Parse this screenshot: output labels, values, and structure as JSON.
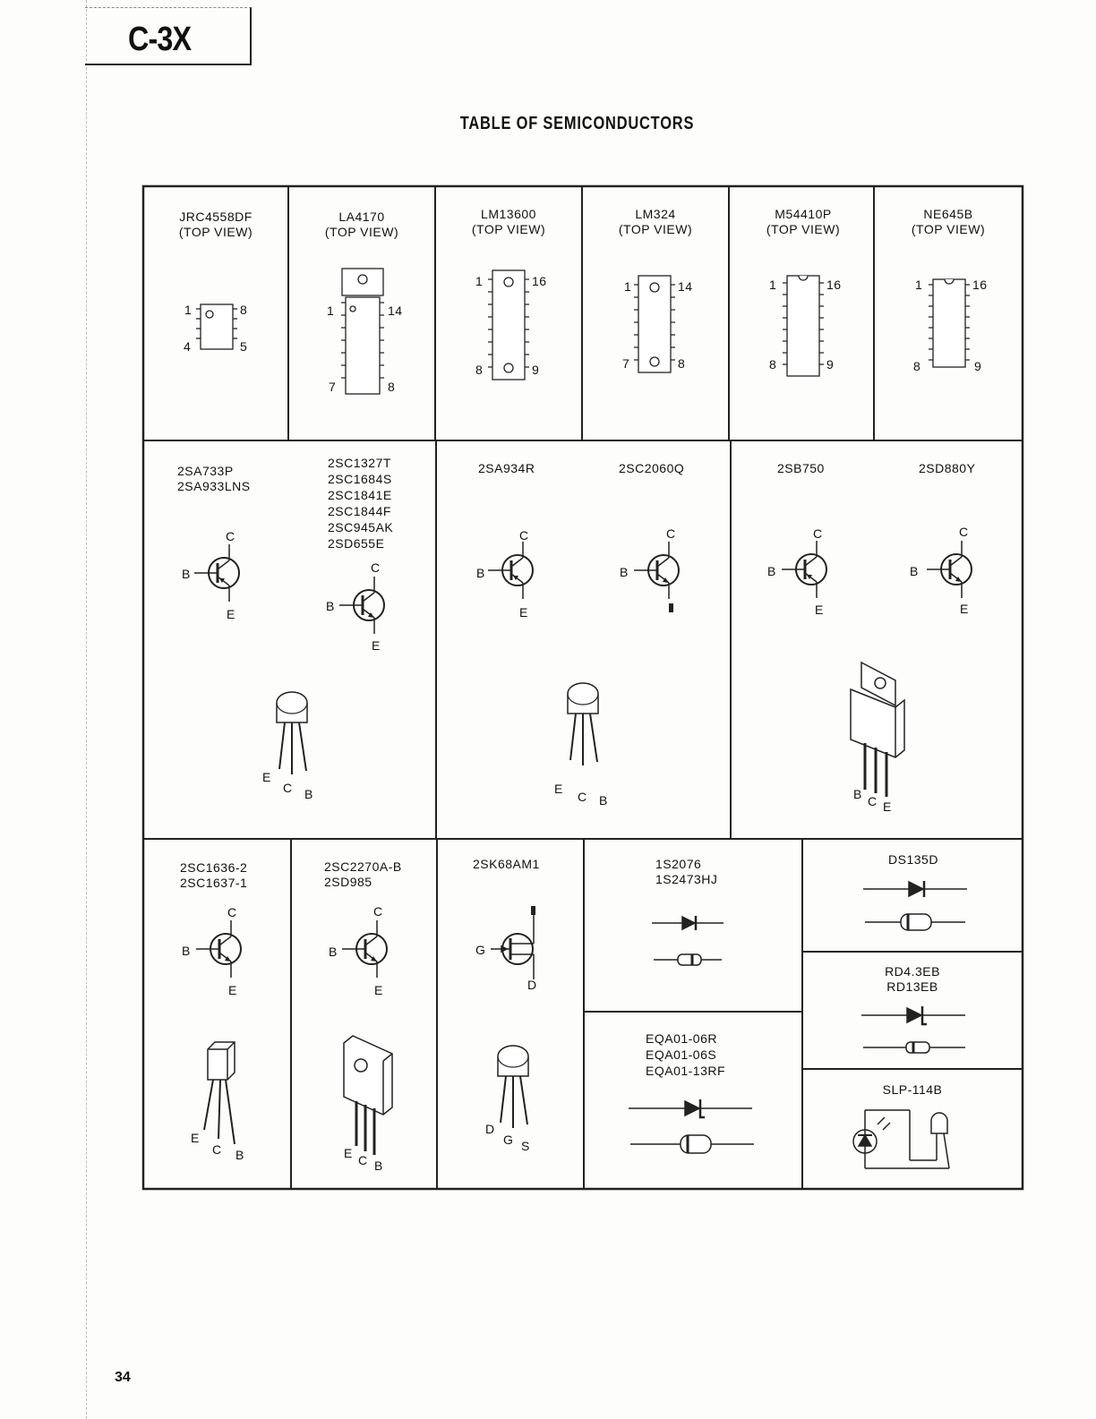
{
  "header": {
    "model": "C-3X"
  },
  "title": "TABLE OF SEMICONDUCTORS",
  "page_number": "34",
  "ics": [
    {
      "part": "JRC4558DF",
      "view": "(TOP VIEW)",
      "pins": [
        "1",
        "8",
        "4",
        "5"
      ]
    },
    {
      "part": "LA4170",
      "view": "(TOP VIEW)",
      "pins": [
        "1",
        "14",
        "7",
        "8"
      ]
    },
    {
      "part": "LM13600",
      "view": "(TOP VIEW)",
      "pins": [
        "1",
        "16",
        "8",
        "9"
      ]
    },
    {
      "part": "LM324",
      "view": "(TOP VIEW)",
      "pins": [
        "1",
        "14",
        "7",
        "8"
      ]
    },
    {
      "part": "M54410P",
      "view": "(TOP VIEW)",
      "pins": [
        "1",
        "16",
        "8",
        "9"
      ]
    },
    {
      "part": "NE645B",
      "view": "(TOP VIEW)",
      "pins": [
        "1",
        "16",
        "8",
        "9"
      ]
    }
  ],
  "transistors_row2": {
    "group_a": {
      "parts": [
        "2SA733P",
        "2SA933LNS"
      ]
    },
    "group_b": {
      "parts": [
        "2SC1327T",
        "2SC1684S",
        "2SC1841E",
        "2SC1844F",
        "2SC945AK",
        "2SD655E"
      ]
    },
    "group_c": {
      "part": "2SA934R"
    },
    "group_d": {
      "part": "2SC2060Q"
    },
    "group_e": {
      "part": "2SB750"
    },
    "group_f": {
      "part": "2SD880Y"
    }
  },
  "row3": {
    "group_g": {
      "parts": [
        "2SC1636-2",
        "2SC1637-1"
      ]
    },
    "group_h": {
      "parts": [
        "2SC2270A-B",
        "2SD985"
      ]
    },
    "fet": {
      "part": "2SK68AM1",
      "pins": {
        "g": "G",
        "d": "D",
        "s": "S"
      }
    },
    "diode_a": {
      "parts": [
        "1S2076",
        "1S2473HJ"
      ]
    },
    "diode_b": {
      "part": "DS135D"
    },
    "zener": {
      "parts": [
        "RD4.3EB",
        "RD13EB"
      ]
    },
    "eqa": {
      "parts": [
        "EQA01-06R",
        "EQA01-06S",
        "EQA01-13RF"
      ]
    },
    "led": {
      "part": "SLP-114B"
    }
  },
  "pins": {
    "b": "B",
    "c": "C",
    "e": "E"
  }
}
